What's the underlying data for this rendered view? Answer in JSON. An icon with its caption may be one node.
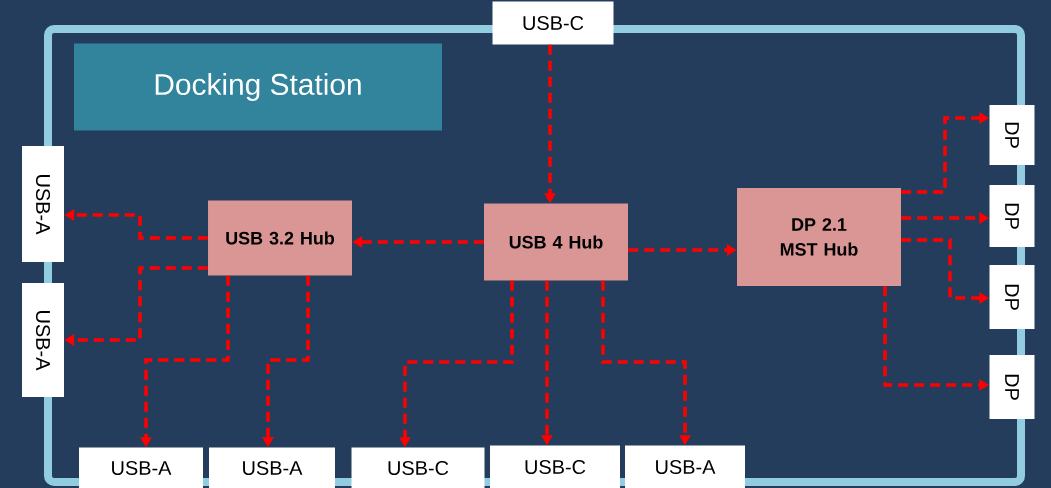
{
  "diagram": {
    "nodes": [
      {
        "text": [
          "Docking Station"
        ]
      },
      {
        "text": [
          "USB-C"
        ]
      },
      {
        "text": [
          "USB 4 Hub"
        ]
      },
      {
        "text": [
          "USB 3.2 Hub"
        ]
      },
      {
        "text": [
          "DP 2.1 MST Hub"
        ]
      },
      {
        "text": [
          "USB-A"
        ]
      },
      {
        "text": [
          "USB-A"
        ]
      },
      {
        "text": [
          "USB-A"
        ]
      },
      {
        "text": [
          "USB-A"
        ]
      },
      {
        "text": [
          "USB-C"
        ]
      },
      {
        "text": [
          "USB-C"
        ]
      },
      {
        "text": [
          "USB-A"
        ]
      },
      {
        "text": [
          "DP"
        ]
      },
      {
        "text": [
          "DP"
        ]
      },
      {
        "text": [
          "DP"
        ]
      },
      {
        "text": [
          "DP"
        ]
      }
    ],
    "edges": [
      {
        "from": 1,
        "to": 2,
        "arrow": "to",
        "style": "dashed"
      },
      {
        "from": 2,
        "to": 3,
        "arrow": "to",
        "style": "dashed"
      },
      {
        "from": 2,
        "to": 4,
        "arrow": "to",
        "style": "dashed"
      },
      {
        "from": 3,
        "to": 5,
        "arrow": "to",
        "style": "dashed"
      },
      {
        "from": 3,
        "to": 6,
        "arrow": "to",
        "style": "dashed"
      },
      {
        "from": 3,
        "to": 7,
        "arrow": "to",
        "style": "dashed"
      },
      {
        "from": 3,
        "to": 8,
        "arrow": "to",
        "style": "dashed"
      },
      {
        "from": 2,
        "to": 9,
        "arrow": "to",
        "style": "dashed"
      },
      {
        "from": 2,
        "to": 10,
        "arrow": "to",
        "style": "dashed"
      },
      {
        "from": 2,
        "to": 11,
        "arrow": "to",
        "style": "dashed"
      },
      {
        "from": 4,
        "to": 12,
        "arrow": "to",
        "style": "dashed"
      },
      {
        "from": 4,
        "to": 13,
        "arrow": "to",
        "style": "dashed"
      },
      {
        "from": 4,
        "to": 14,
        "arrow": "to",
        "style": "dashed"
      },
      {
        "from": 4,
        "to": 15,
        "arrow": "to",
        "style": "dashed"
      }
    ]
  }
}
